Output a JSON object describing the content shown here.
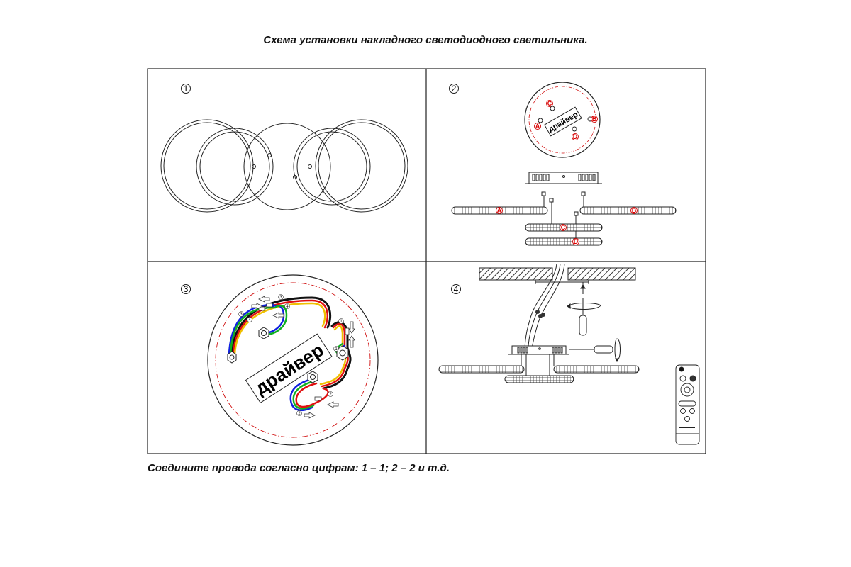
{
  "title": "Схема установки накладного светодиодного светильника.",
  "caption": "Соедините провода согласно цифрам: 1 – 1; 2 – 2 и т.д.",
  "panels": [
    {
      "step": "1",
      "description": "luminaire-top-view"
    },
    {
      "step": "2",
      "description": "driver-plate-and-ring-connections",
      "driver_label": "драйвер",
      "connector_letters": [
        "A",
        "B",
        "C",
        "D"
      ]
    },
    {
      "step": "3",
      "description": "wire-connection-scheme",
      "driver_label": "драйвер",
      "wire_numbers": [
        "1",
        "1",
        "2",
        "2",
        "3",
        "3",
        "4",
        "4"
      ]
    },
    {
      "step": "4",
      "description": "ceiling-mounting-with-remote"
    }
  ],
  "colors": {
    "line": "#1a1a1a",
    "accent_red": "#d01010",
    "wire_black": "#111111",
    "wire_red": "#e01010",
    "wire_yellow": "#f0c000",
    "wire_green": "#10b020",
    "wire_blue": "#1020e0"
  }
}
